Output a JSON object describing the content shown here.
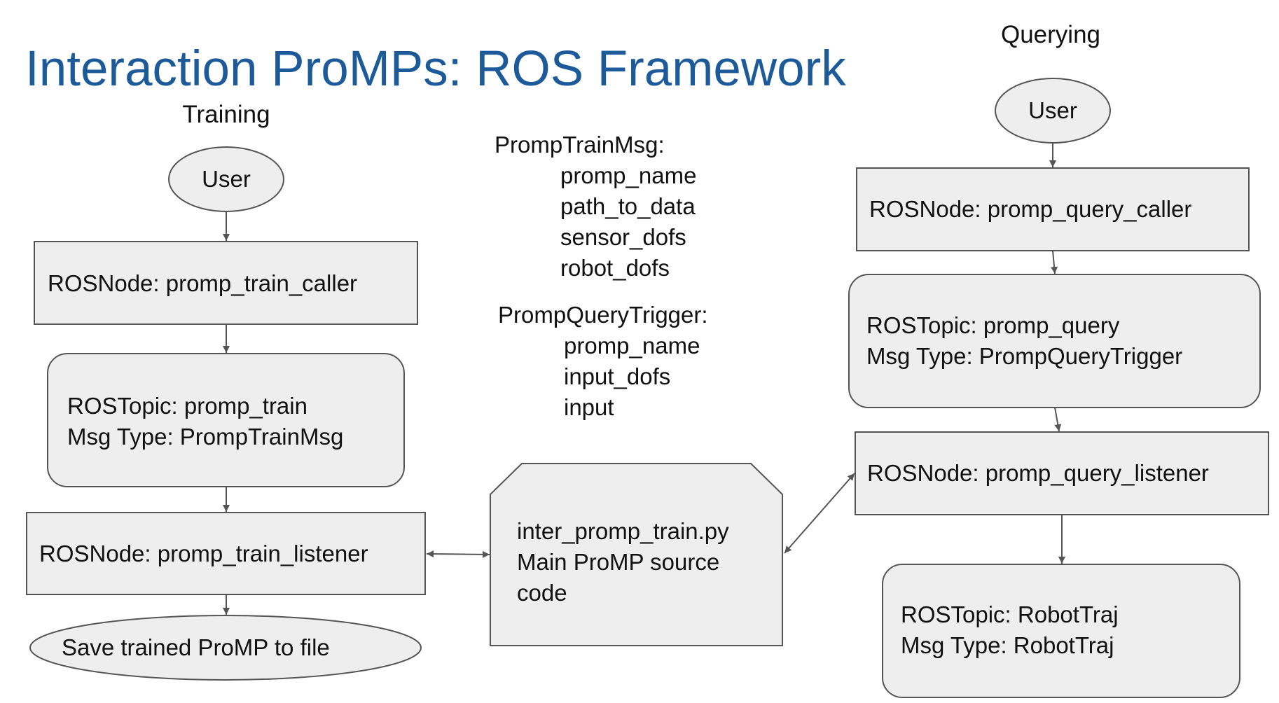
{
  "title": "Interaction ProMPs: ROS Framework",
  "training": {
    "heading": "Training",
    "user": "User",
    "caller": "ROSNode: promp_train_caller",
    "topic": [
      "ROSTopic: promp_train",
      "Msg Type: PrompTrainMsg"
    ],
    "listener": "ROSNode: promp_train_listener",
    "save": "Save trained ProMP to file"
  },
  "messages": {
    "train_msg": {
      "name": "PrompTrainMsg:",
      "fields": [
        "promp_name",
        "path_to_data",
        "sensor_dofs",
        "robot_dofs"
      ]
    },
    "query_msg": {
      "name": "PrompQueryTrigger:",
      "fields": [
        "promp_name",
        "input_dofs",
        "input"
      ]
    }
  },
  "source": {
    "lines": [
      "inter_promp_train.py",
      "Main ProMP source",
      "code"
    ]
  },
  "querying": {
    "heading": "Querying",
    "user": "User",
    "caller": "ROSNode: promp_query_caller",
    "topic": [
      "ROSTopic: promp_query",
      "Msg Type: PrompQueryTrigger"
    ],
    "listener": "ROSNode: promp_query_listener",
    "robot_topic": [
      "ROSTopic: RobotTraj",
      "Msg Type: RobotTraj"
    ]
  },
  "colors": {
    "title": "#1d5a9a",
    "node_fill": "#eeeeee",
    "stroke": "#555555",
    "text": "#111111"
  }
}
